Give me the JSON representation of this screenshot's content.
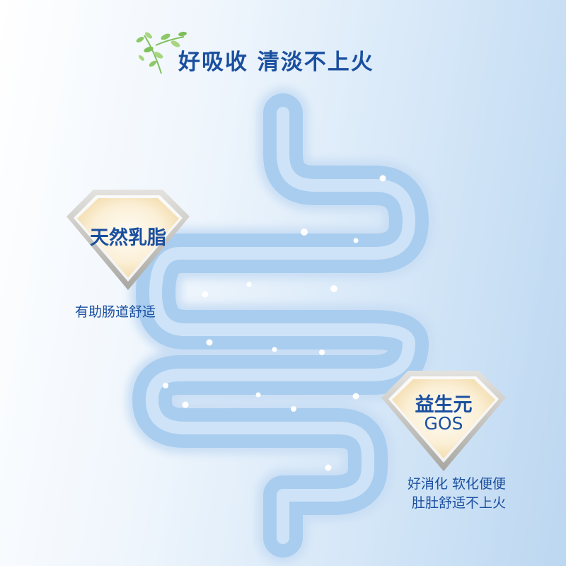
{
  "header": {
    "title": "好吸收 清淡不上火",
    "icon": "sprout-leaves-icon"
  },
  "badges": [
    {
      "label": "天然乳脂",
      "description": "有助肠道舒适"
    },
    {
      "label": "益生元",
      "label_sub": "GOS",
      "description_lines": [
        "好消化 软化便便",
        "肚肚舒适不上火"
      ]
    }
  ],
  "colors": {
    "text": "#1a4f9f",
    "intestine": "#a9cdef",
    "leaf": "#7fbf5a",
    "badge_border": "#c8c6c0",
    "badge_fill": "#f8e9c8"
  }
}
